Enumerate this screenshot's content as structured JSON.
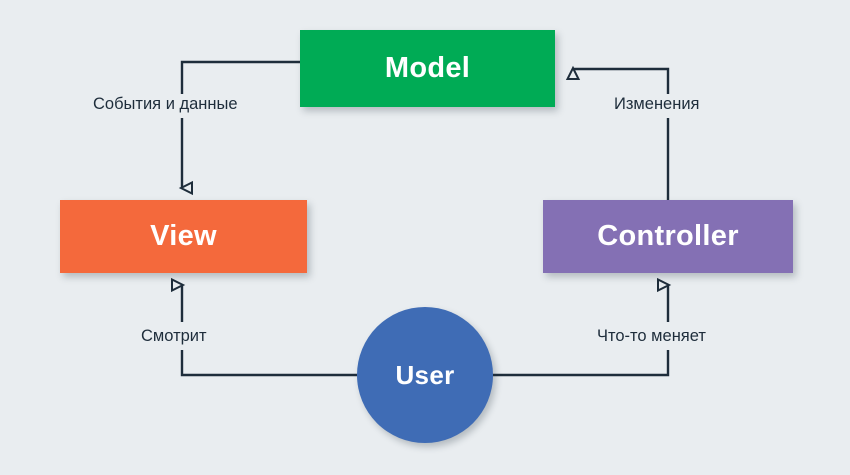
{
  "diagram": {
    "title": "MVC pattern diagram",
    "background_color": "#e9edf0",
    "line_color": "#1e2d3b",
    "nodes": [
      {
        "id": "model",
        "label": "Model",
        "shape": "rectangle",
        "color": "#00ab55"
      },
      {
        "id": "view",
        "label": "View",
        "shape": "rectangle",
        "color": "#f4693c"
      },
      {
        "id": "controller",
        "label": "Controller",
        "shape": "rectangle",
        "color": "#8470b4"
      },
      {
        "id": "user",
        "label": "User",
        "shape": "circle",
        "color": "#3f6cb5"
      }
    ],
    "edges": [
      {
        "id": "model-to-view",
        "from": "model",
        "to": "view",
        "label": "События и данные",
        "arrow": "hollow-triangle"
      },
      {
        "id": "controller-to-model",
        "from": "controller",
        "to": "model",
        "label": "Изменения",
        "arrow": "hollow-triangle"
      },
      {
        "id": "user-to-view",
        "from": "user",
        "to": "view",
        "label": "Смотрит",
        "arrow": "hollow-triangle"
      },
      {
        "id": "user-to-controller",
        "from": "user",
        "to": "controller",
        "label": "Что-то меняет",
        "arrow": "hollow-triangle"
      }
    ]
  }
}
